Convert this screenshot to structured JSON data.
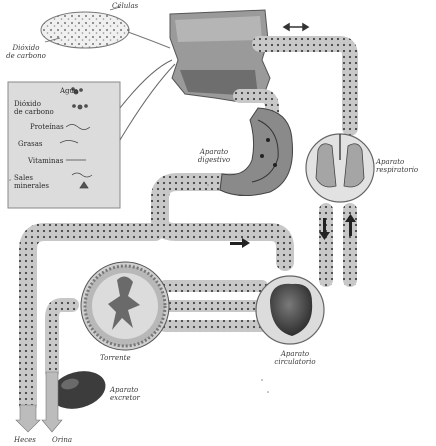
{
  "labels": {
    "celulas": "Células",
    "dioxido_carbono_top": [
      "Dióxido",
      "de carbono"
    ],
    "aparato_digestivo": [
      "Aparato",
      "digestivo"
    ],
    "aparato_respiratorio": [
      "Aparato",
      "respiratorio"
    ],
    "torrente": "Torrente",
    "aparato_circulatorio": [
      "Aparato",
      "circulatorio"
    ],
    "aparato_excretor": [
      "Aparato",
      "excretor"
    ],
    "heces": "Heces",
    "orina": "Orina"
  },
  "nutrients_box": {
    "items": [
      "Agua",
      [
        "Dióxido",
        "de carbono"
      ],
      "Proteínas",
      "Grasas",
      "Vitaminas",
      [
        "Sales",
        "minerales"
      ]
    ]
  }
}
